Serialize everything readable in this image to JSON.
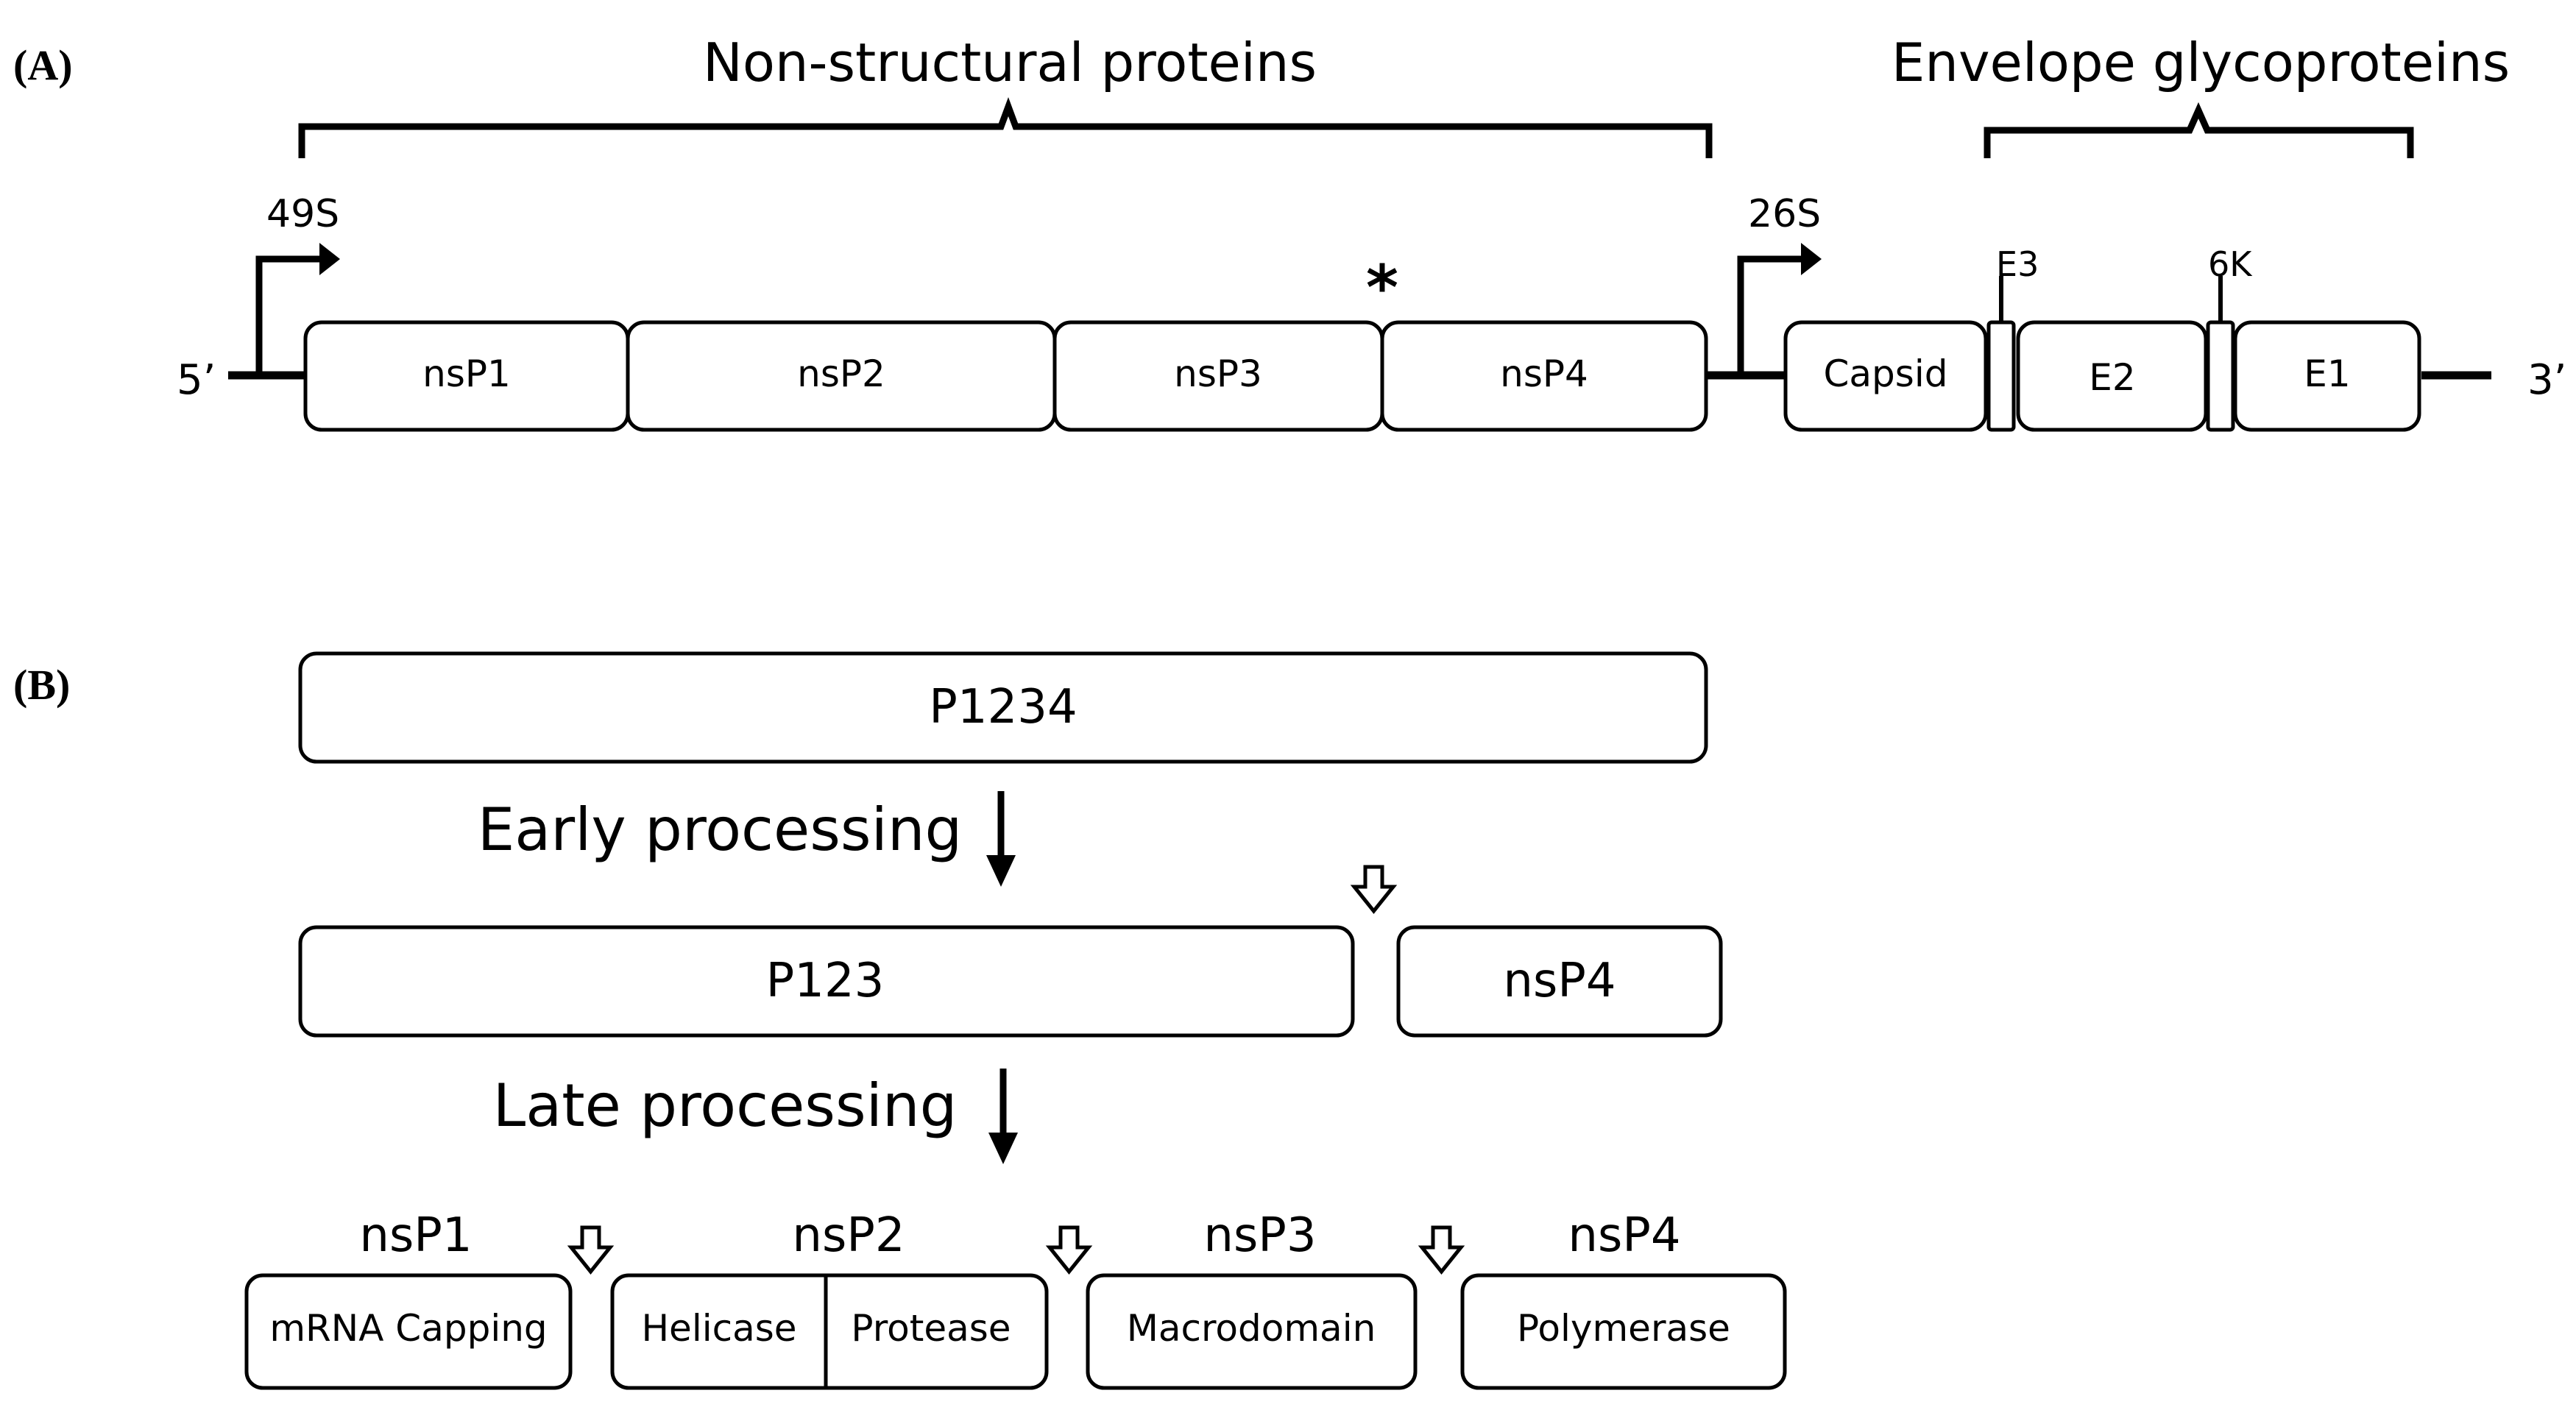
{
  "panel_a": {
    "label": "(A)",
    "nonstructural_title": "Non-structural proteins",
    "envelope_title": "Envelope glycoproteins",
    "promoter_49s": "49S",
    "promoter_26s": "26S",
    "end5": "5’",
    "end3": "3’",
    "asterisk": "*",
    "ns_boxes": [
      "nsP1",
      "nsP2",
      "nsP3",
      "nsP4"
    ],
    "capsid": "Capsid",
    "e3": "E3",
    "e2": "E2",
    "k6": "6K",
    "e1": "E1"
  },
  "panel_b": {
    "label": "(B)",
    "p1234": "P1234",
    "early": "Early processing",
    "p123": "P123",
    "nsp4": "nsP4",
    "late": "Late processing",
    "final_titles": [
      "nsP1",
      "nsP2",
      "nsP3",
      "nsP4"
    ],
    "nsp1_box": "mRNA Capping",
    "nsp2_helicase": "Helicase",
    "nsp2_protease": "Protease",
    "nsp3_box": "Macrodomain",
    "nsp4_box": "Polymerase"
  }
}
